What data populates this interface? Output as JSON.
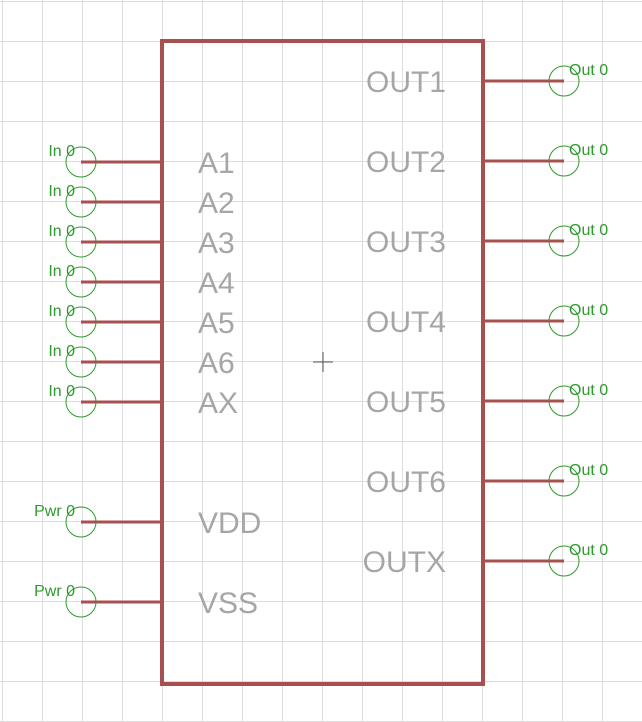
{
  "symbol": {
    "left_pins": [
      {
        "name": "A1",
        "type": "In 0"
      },
      {
        "name": "A2",
        "type": "In 0"
      },
      {
        "name": "A3",
        "type": "In 0"
      },
      {
        "name": "A4",
        "type": "In 0"
      },
      {
        "name": "A5",
        "type": "In 0"
      },
      {
        "name": "A6",
        "type": "In 0"
      },
      {
        "name": "AX",
        "type": "In 0"
      },
      {
        "name": "VDD",
        "type": "Pwr 0"
      },
      {
        "name": "VSS",
        "type": "Pwr 0"
      }
    ],
    "right_pins": [
      {
        "name": "OUT1",
        "type": "Out 0"
      },
      {
        "name": "OUT2",
        "type": "Out 0"
      },
      {
        "name": "OUT3",
        "type": "Out 0"
      },
      {
        "name": "OUT4",
        "type": "Out 0"
      },
      {
        "name": "OUT5",
        "type": "Out 0"
      },
      {
        "name": "OUT6",
        "type": "Out 0"
      },
      {
        "name": "OUTX",
        "type": "Out 0"
      }
    ]
  }
}
